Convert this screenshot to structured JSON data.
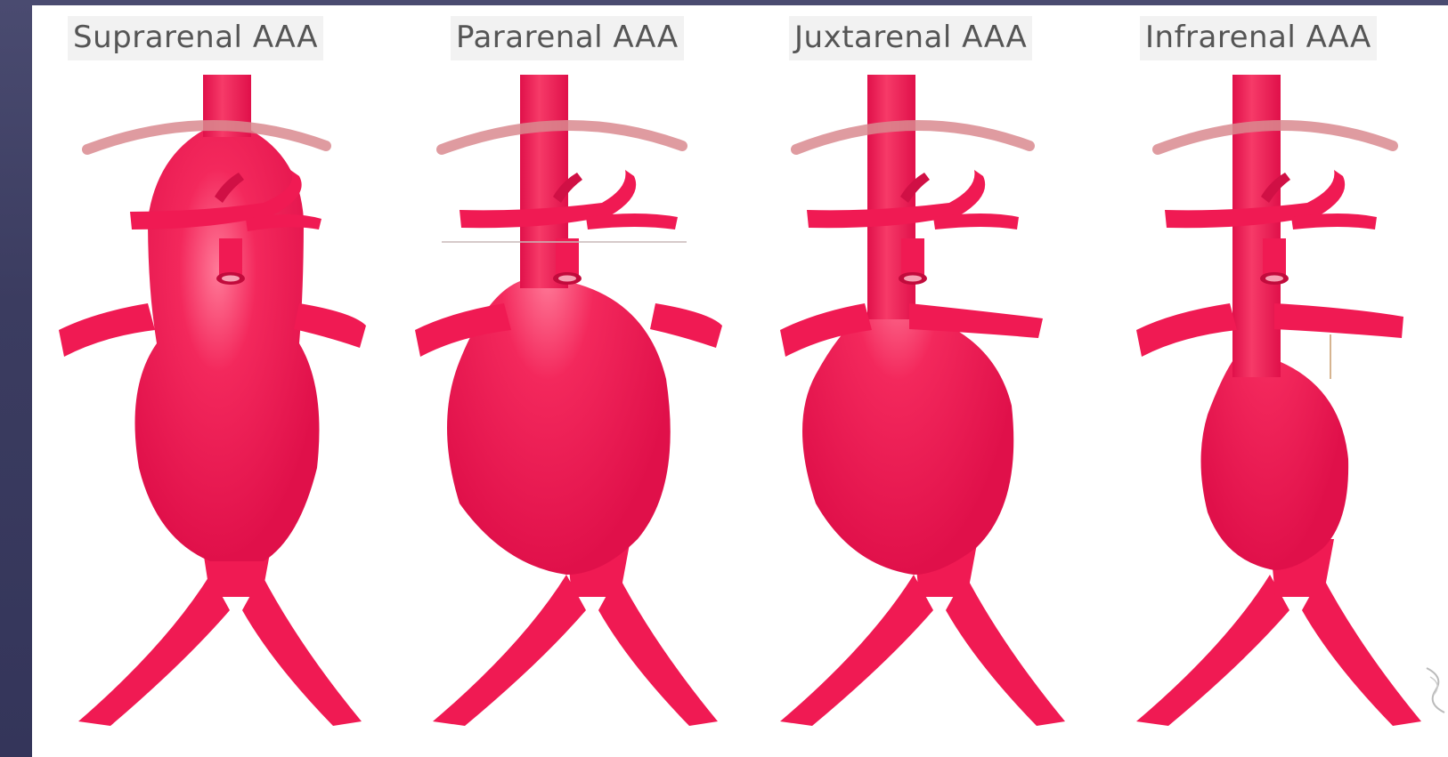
{
  "panels": [
    {
      "label": "Suprarenal AAA"
    },
    {
      "label": "Pararenal AAA"
    },
    {
      "label": "Juxtarenal AAA"
    },
    {
      "label": "Infrarenal AAA"
    }
  ],
  "colors": {
    "vessel": "#f01a53",
    "vessel_dark": "#d01045",
    "vessel_highlight": "#ff6a8c",
    "diaphragm": "#d98a8f",
    "background": "#ffffff",
    "frame": "#3c3d63",
    "label_text": "#555555"
  }
}
